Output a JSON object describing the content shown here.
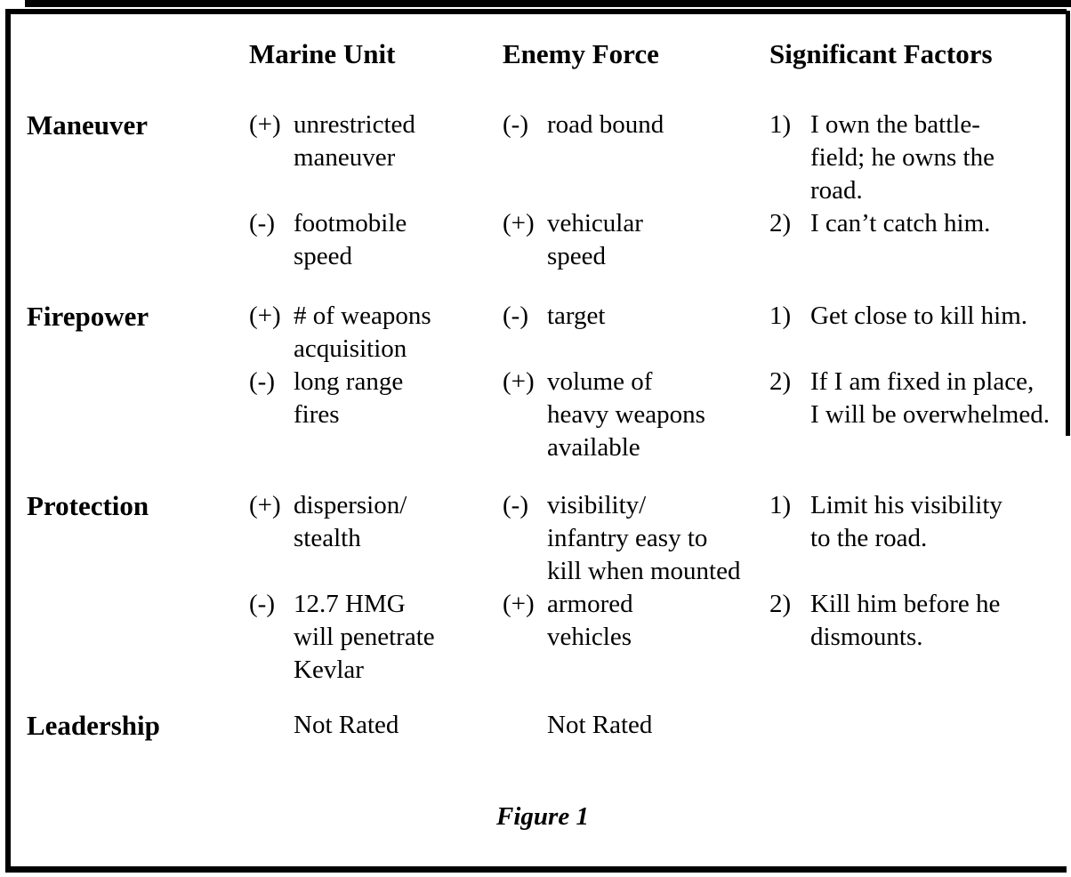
{
  "table": {
    "headers": {
      "marine": "Marine Unit",
      "enemy": "Enemy Force",
      "factors": "Significant Factors"
    },
    "rows": [
      {
        "label": "Maneuver",
        "marine": [
          {
            "sign": "(+)",
            "lines": [
              "unrestricted",
              "maneuver"
            ]
          },
          {
            "sign": "(-)",
            "lines": [
              "footmobile",
              "speed"
            ]
          }
        ],
        "enemy": [
          {
            "sign": "(-)",
            "lines": [
              "road bound"
            ]
          },
          {
            "sign": "(+)",
            "lines": [
              "vehicular",
              "speed"
            ]
          }
        ],
        "factors": [
          {
            "sign": "1)",
            "lines": [
              "I own the battle-",
              "field; he owns the",
              "road."
            ]
          },
          {
            "sign": "2)",
            "lines": [
              "I can’t catch him."
            ]
          }
        ]
      },
      {
        "label": "Firepower",
        "marine": [
          {
            "sign": "(+)",
            "lines": [
              "# of weapons",
              "acquisition"
            ]
          },
          {
            "sign": "(-)",
            "lines": [
              "long range",
              "fires"
            ]
          }
        ],
        "enemy": [
          {
            "sign": "(-)",
            "lines": [
              "target"
            ]
          },
          {
            "sign": "(+)",
            "lines": [
              "volume of",
              "heavy weapons",
              "available"
            ]
          }
        ],
        "factors": [
          {
            "sign": "1)",
            "lines": [
              "Get close to kill him."
            ]
          },
          {
            "sign": "2)",
            "lines": [
              "If I am fixed in place,",
              "I will be overwhelmed."
            ]
          }
        ]
      },
      {
        "label": "Protection",
        "marine": [
          {
            "sign": "(+)",
            "lines": [
              "dispersion/",
              "stealth"
            ]
          },
          {
            "sign": "(-)",
            "lines": [
              "12.7 HMG",
              "will penetrate",
              "Kevlar"
            ]
          }
        ],
        "enemy": [
          {
            "sign": "(-)",
            "lines": [
              "visibility/",
              "infantry easy to",
              "kill when mounted"
            ]
          },
          {
            "sign": "(+)",
            "lines": [
              "armored",
              "vehicles"
            ]
          }
        ],
        "factors": [
          {
            "sign": "1)",
            "lines": [
              "Limit his visibility",
              "to the road."
            ]
          },
          {
            "sign": "2)",
            "lines": [
              "Kill him before he",
              "dismounts."
            ]
          }
        ]
      },
      {
        "label": "Leadership",
        "marine": [
          {
            "sign": "",
            "lines": [
              "Not Rated"
            ]
          }
        ],
        "enemy": [
          {
            "sign": "",
            "lines": [
              "Not Rated"
            ]
          }
        ],
        "factors": []
      }
    ]
  },
  "caption": "Figure 1"
}
